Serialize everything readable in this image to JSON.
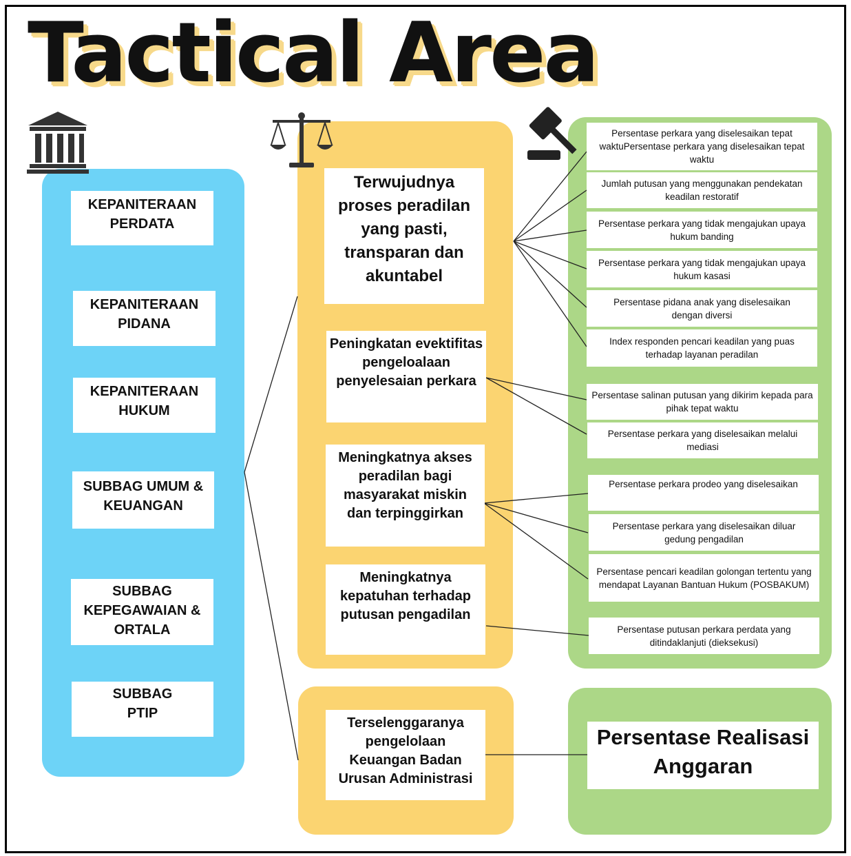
{
  "title": "Tactical Area",
  "units": [
    {
      "label": "KEPANITERAAN PERDATA"
    },
    {
      "label": "KEPANITERAAN PIDANA"
    },
    {
      "label": "KEPANITERAAN HUKUM"
    },
    {
      "label": "SUBBAG UMUM & KEUANGAN"
    },
    {
      "label": "SUBBAG KEPEGAWAIAN & ORTALA"
    },
    {
      "label": "SUBBAG PTIP"
    }
  ],
  "goals": [
    {
      "label": "Terwujudnya proses peradilan yang pasti, transparan dan akuntabel"
    },
    {
      "label": "Peningkatan evektifitas pengeloalaan penyelesaian perkara"
    },
    {
      "label": "Meningkatnya akses peradilan bagi masyarakat miskin dan terpinggirkan"
    },
    {
      "label": "Meningkatnya kepatuhan terhadap putusan pengadilan"
    },
    {
      "label": "Terselenggaranya pengelolaan Keuangan Badan Urusan Administrasi"
    }
  ],
  "indicators": [
    {
      "label": "Persentase perkara yang diselesaikan tepat waktuPersentase perkara yang diselesaikan tepat waktu"
    },
    {
      "label": "Jumlah putusan yang menggunakan pendekatan keadilan restoratif"
    },
    {
      "label": "Persentase perkara yang tidak mengajukan upaya hukum banding"
    },
    {
      "label": "Persentase perkara yang tidak mengajukan upaya hukum kasasi"
    },
    {
      "label": "Persentase pidana anak yang diselesaikan dengan diversi"
    },
    {
      "label": "Index responden pencari keadilan yang puas terhadap layanan peradilan"
    },
    {
      "label": "Persentase salinan putusan yang dikirim kepada para pihak tepat waktu"
    },
    {
      "label": "Persentase perkara yang diselesaikan melalui mediasi"
    },
    {
      "label": "Persentase perkara prodeo yang diselesaikan"
    },
    {
      "label": "Persentase perkara yang diselesaikan diluar gedung pengadilan"
    },
    {
      "label": "Persentase pencari keadilan golongan tertentu yang mendapat Layanan Bantuan Hukum (POSBAKUM)"
    },
    {
      "label": "Persentase putusan perkara perdata yang ditindaklanjuti (dieksekusi)"
    }
  ],
  "budget_indicator": "Persentase Realisasi Anggaran",
  "colors": {
    "units_panel": "#6dd3f7",
    "goals_panel": "#fbd471",
    "indicators_panel": "#acd787",
    "title_shadow": "#f7d98a"
  },
  "icons": [
    "courthouse-icon",
    "scales-of-justice-icon",
    "gavel-icon"
  ]
}
